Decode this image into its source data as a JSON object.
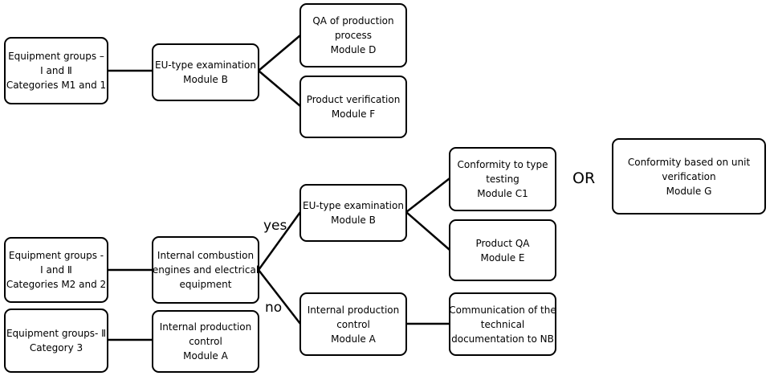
{
  "nodes": {
    "eq_groups_1": [
      "Equipment groups –",
      "Ⅰ and Ⅱ",
      "Categories M1 and 1"
    ],
    "eu_type_b_top": [
      "EU-type examination",
      "Module B"
    ],
    "qa_production_d": [
      "QA of production",
      "process",
      "Module D"
    ],
    "product_verification_f": [
      "Product verification",
      "Module F"
    ],
    "eq_groups_2": [
      "Equipment groups -",
      "Ⅰ and Ⅱ",
      "Categories M2 and 2"
    ],
    "internal_combustion": [
      "Internal combustion",
      "engines and electrical",
      "equipment"
    ],
    "eq_groups_3": [
      "Equipment groups- Ⅱ",
      "Category 3"
    ],
    "internal_production_a_left": [
      "Internal production",
      "control",
      "Module A"
    ],
    "eu_type_b_mid": [
      "EU-type examination",
      "Module B"
    ],
    "internal_production_a_mid": [
      "Internal production",
      "control",
      "Module A"
    ],
    "conformity_type_c1": [
      "Conformity to type",
      "testing",
      "Module C1"
    ],
    "product_qa_e": [
      "Product QA",
      "Module E"
    ],
    "communication_nb": [
      "Communication of the",
      "technical",
      "documentation to NB"
    ],
    "conformity_unit_g": [
      "Conformity based on unit",
      "verification",
      "Module G"
    ]
  },
  "edge_labels": {
    "yes": "yes",
    "no": "no"
  },
  "or_label": "OR"
}
